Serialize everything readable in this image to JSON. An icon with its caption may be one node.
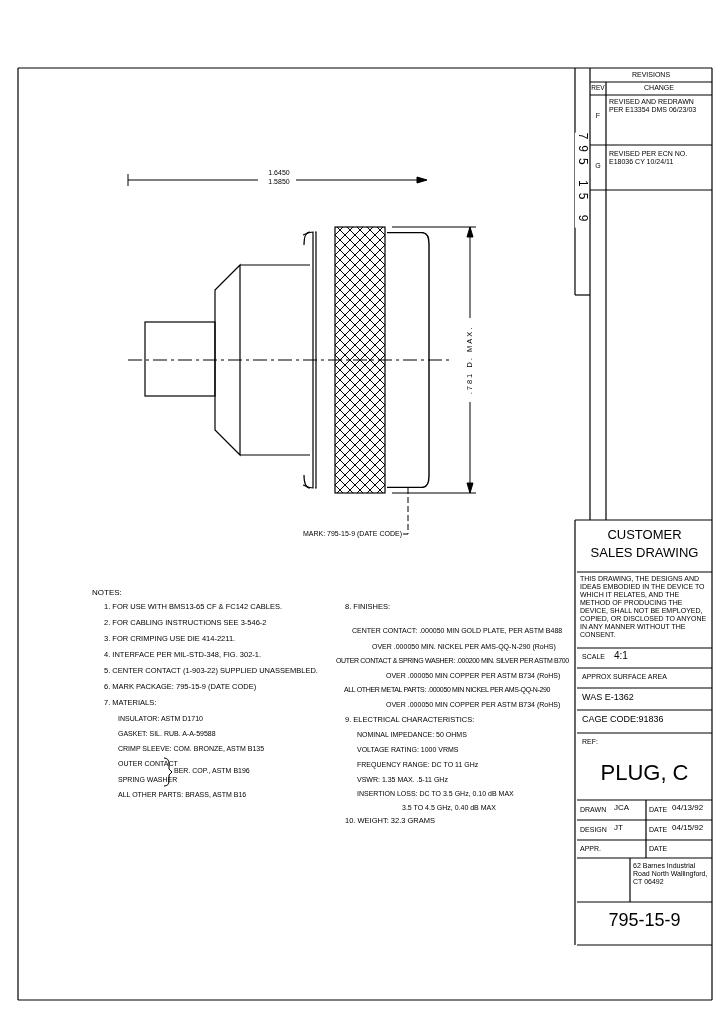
{
  "diagram": {
    "nodes": [
      {
        "text": [
          "MARK: 795-15-9 (DATE CODE)"
        ]
      },
      {
        "text": [],
        "shape": "box"
      }
    ],
    "edges": [
      {
        "from": 0,
        "to": 1,
        "arrow": "none",
        "style": "dashed"
      }
    ],
    "labels": [
      "REVISIONS",
      "REV",
      "CHANGE",
      "F",
      "REVISED AND REDRAWN PER E13354 DMS 06/23/03",
      "G",
      "REVISED PER ECN NO. E18036 CY 10/24/11",
      "795 15 9",
      "1.6450",
      "1.5850",
      ".781 D. MAX.",
      "NOTES:",
      "1. FOR USE WITH BMS13-65 CF & FC142 CABLES.",
      "2. FOR CABLING INSTRUCTIONS SEE 3-546-2",
      "3. FOR CRIMPING USE DIE 414-2211.",
      "4. INTERFACE PER MIL-STD-348, FIG. 302-1.",
      "5. CENTER CONTACT (1-903-22) SUPPLIED UNASSEMBLED.",
      "6. MARK PACKAGE: 795-15-9 (DATE CODE)",
      "7. MATERIALS:",
      "INSULATOR: ASTM D1710",
      "GASKET: SIL. RUB. A-A-59588",
      "CRIMP SLEEVE: COM. BRONZE, ASTM B135",
      "OUTER CONTACT",
      "SPRING WASHER",
      "BER. COP., ASTM B196",
      "ALL OTHER PARTS: BRASS, ASTM B16",
      "8. FINISHES:",
      "CENTER CONTACT: .000050 MIN GOLD PLATE, PER ASTM B488",
      "OVER .000050 MIN. NICKEL PER AMS-QQ-N-290 (RoHS)",
      "OUTER CONTACT & SPRING WASHER: .000200 MIN. SILVER PER ASTM B700",
      "OVER .000050 MIN COPPER PER ASTM B734 (RoHS)",
      "ALL OTHER METAL PARTS: .000050 MIN NICKEL PER AMS-QQ-N-290",
      "OVER .000050 MIN COPPER PER ASTM B734 (RoHS)",
      "9. ELECTRICAL CHARACTERISTICS:",
      "NOMINAL IMPEDANCE: 50 OHMS",
      "VOLTAGE RATING: 1000 VRMS",
      "FREQUENCY RANGE: DC TO 11 GHz",
      "VSWR: 1.35 MAX. .5-11 GHz",
      "INSERTION LOSS: DC TO 3.5 GHz, 0.10 dB MAX",
      "3.5 TO 4.5 GHz, 0.40 dB MAX",
      "10. WEIGHT: 32.3 GRAMS",
      "CUSTOMER",
      "SALES DRAWING",
      "THIS DRAWING, THE DESIGNS AND IDEAS EMBODIED IN THE DEVICE TO WHICH IT RELATES, AND THE METHOD OF PRODUCING THE DEVICE, SHALL NOT BE EMPLOYED, COPIED, OR DISCLOSED TO ANYONE IN ANY MANNER WITHOUT THE CONSENT.",
      "SCALE",
      "4:1",
      "APPROX SURFACE AREA",
      "WAS E-1362",
      "CAGE CODE:91836",
      "REF:",
      "PLUG, C",
      "DRAWN",
      "JCA",
      "DATE",
      "04/13/92",
      "DESIGN",
      "JT",
      "DATE",
      "04/15/92",
      "APPR.",
      "DATE",
      "62 Barnes Industrial Road North Wallingford, CT 06492",
      "795-15-9"
    ]
  }
}
